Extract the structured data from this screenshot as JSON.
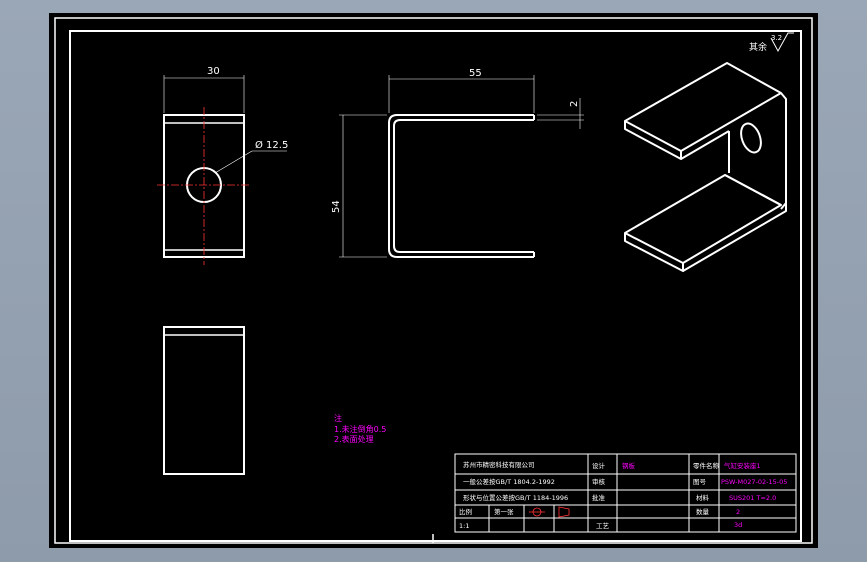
{
  "drawing": {
    "colors": {
      "background": "#000000",
      "line": "#ffffff",
      "dimension": "#ffffff",
      "centerline": "#ff3333",
      "annotation": "#ff00ff",
      "title_block_text": "#ff00ff",
      "viewport_bg": "#9aa7b6"
    },
    "roughness": {
      "label": "其余",
      "value": "3.2"
    },
    "dimensions": {
      "width": "30",
      "hole": "Ø 12.5",
      "flange": "55",
      "thickness": "2",
      "height": "54"
    },
    "notes": {
      "title": "注",
      "lines": [
        "1.未注倒角0.5",
        "2.表面处理"
      ]
    }
  },
  "title_block": {
    "company": "苏州市精密科技有限公司",
    "tolerance_1": "一般公差按GB/T 1804.2-1992",
    "tolerance_2": "形状与位置公差按GB/T 1184-1996",
    "scale_label": "比例",
    "scale_value": "1:1",
    "sheet_label": "第一张",
    "material_label": "材料",
    "qty_label": "数量",
    "process_label": "工艺",
    "designer_label": "设计",
    "checker_label": "审核",
    "approver_label": "批准",
    "designer_value": "钢板",
    "part_name_label": "零件名称",
    "part_name": "气缸安装座1",
    "drawing_no_label": "图号",
    "drawing_no": "PSW-M027-02-15-05",
    "material_value": "SUS201  T=2.0",
    "qty_value": "2",
    "process_value": "3d"
  }
}
